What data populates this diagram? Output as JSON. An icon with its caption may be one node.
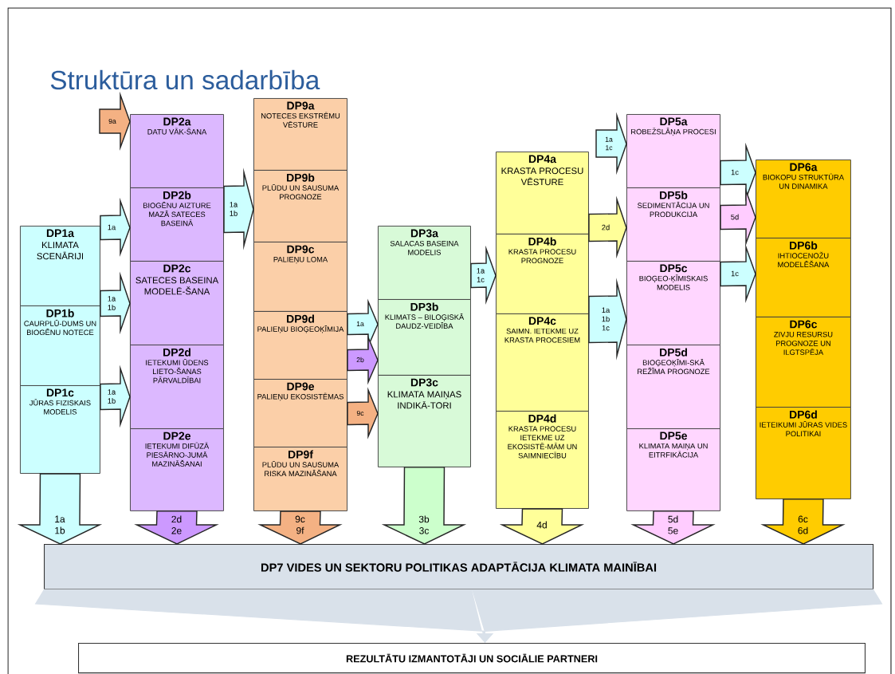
{
  "diagram": {
    "title": "Struktūra un sadarbība",
    "nodes": [
      {
        "text": [
          "DP1a",
          "KLIMATA SCENĀRIJI"
        ]
      },
      {
        "text": [
          "DP1b",
          "CAURPLŪ-DUMS UN BIOGĒNU NOTECE"
        ]
      },
      {
        "text": [
          "DP1c",
          "JŪRAS FIZISKAIS MODELIS"
        ]
      },
      {
        "text": [
          "DP2a",
          "DATU VĀK-ŠANA"
        ]
      },
      {
        "text": [
          "DP2b",
          "BIOGĒNU AIZTURE MAZĀ SATECES BASEINĀ"
        ]
      },
      {
        "text": [
          "DP2c",
          "SATECES BASEINA MODELĒ-ŠANA"
        ]
      },
      {
        "text": [
          "DP2d",
          "IETEKUMI ŪDENS LIETO-ŠANAS PĀRVALDĪBAI"
        ]
      },
      {
        "text": [
          "DP2e",
          "IETEKUMI DIFŪZĀ PIESĀRNO-JUMĀ MAZINĀŠANAI"
        ]
      },
      {
        "text": [
          "DP9a",
          "NOTECES EKSTRĒMU VĒSTURE"
        ]
      },
      {
        "text": [
          "DP9b",
          "PLŪDU UN SAUSUMA PROGNOZE"
        ]
      },
      {
        "text": [
          "DP9c",
          "PALIEŅU LOMA"
        ]
      },
      {
        "text": [
          "DP9d",
          "PALIEŅU BIOĢEOĶĪMIJA"
        ]
      },
      {
        "text": [
          "DP9e",
          "PALIEŅU EKOSISTĒMAS"
        ]
      },
      {
        "text": [
          "DP9f",
          "PLŪDU UN SAUSUMA RISKA MAZINĀŠANA"
        ]
      },
      {
        "text": [
          "DP3a",
          "SALACAS BASEINA MODELIS"
        ]
      },
      {
        "text": [
          "DP3b",
          "KLIMATS – BILOĢISKĀ DAUDZ-VEIDĪBA"
        ]
      },
      {
        "text": [
          "DP3c",
          "KLIMATA MAIŅAS INDIKĀ-TORI"
        ]
      },
      {
        "text": [
          "DP4a",
          "KRASTA PROCESU VĒSTURE"
        ]
      },
      {
        "text": [
          "DP4b",
          "KRASTA PROCESU PROGNOZE"
        ]
      },
      {
        "text": [
          "DP4c",
          "SAIMN. IETEKME UZ KRASTA PROCESIEM"
        ]
      },
      {
        "text": [
          "DP4d",
          "KRASTA PROCESU IETEKME UZ EKOSISTĒ-MĀM UN SAIMNIECĪBU"
        ]
      },
      {
        "text": [
          "DP5a",
          "ROBEŽSLĀŅA PROCESI"
        ]
      },
      {
        "text": [
          "DP5b",
          "SEDIMENTĀCIJA UN PRODUKCIJA"
        ]
      },
      {
        "text": [
          "DP5c",
          "BIOĢEO-ĶĪMISKAIS MODELIS"
        ]
      },
      {
        "text": [
          "DP5d",
          "BIOĢEOĶĪMI-SKĀ REŽĪMA PROGNOZE"
        ]
      },
      {
        "text": [
          "DP5e",
          "KLIMATA MAIŅA UN EITRFIKĀCIJA"
        ]
      },
      {
        "text": [
          "DP6a",
          "BIOKOPU STRUKTŪRA UN DINAMIKA"
        ]
      },
      {
        "text": [
          "DP6b",
          "IHTIOCENOŽU MODELĒŠANA"
        ]
      },
      {
        "text": [
          "DP6c",
          "ZIVJU RESURSU PROGNOZE UN ILGTSPĒJA"
        ]
      },
      {
        "text": [
          "DP6d",
          "IETEIKUMI JŪRAS VIDES POLITIKAI"
        ]
      },
      {
        "text": [
          "DP7 VIDES UN SEKTORU POLITIKAS ADAPTĀCIJA KLIMATA MAINĪBAI"
        ]
      },
      {
        "text": [
          "REZULTĀTU IZMANTOTĀJI UN SOCIĀLIE PARTNERI"
        ]
      }
    ],
    "edges": [
      {
        "from": null,
        "to": 3,
        "arrow": "to",
        "label": "9a",
        "color": "#f4b183"
      },
      {
        "from": 0,
        "to": 4,
        "arrow": "to",
        "label": "1a"
      },
      {
        "from": 1,
        "to": 5,
        "arrow": "to",
        "label": "1a 1b"
      },
      {
        "from": 2,
        "to": 6,
        "arrow": "to",
        "label": "1a 1b"
      },
      {
        "from": 4,
        "to": 9,
        "arrow": "to",
        "label": "1a 1b"
      },
      {
        "from": 11,
        "to": 15,
        "arrow": "to",
        "label": "1a"
      },
      {
        "from": 11,
        "to": 15,
        "arrow": "to",
        "label": "2b",
        "color": "#cc99ff"
      },
      {
        "from": 12,
        "to": 16,
        "arrow": "to",
        "label": "9c",
        "color": "#f4b183"
      },
      {
        "from": 14,
        "to": 18,
        "arrow": "to",
        "label": "1a 1c"
      },
      {
        "from": null,
        "to": 21,
        "arrow": "to",
        "label": "1a 1c"
      },
      {
        "from": 17,
        "to": 22,
        "arrow": "to",
        "label": "2d",
        "color": "#ffff99"
      },
      {
        "from": 19,
        "to": 23,
        "arrow": "to",
        "label": "1a 1b 1c"
      },
      {
        "from": 21,
        "to": 26,
        "arrow": "to",
        "label": "1c"
      },
      {
        "from": 22,
        "to": 26,
        "arrow": "to",
        "label": "5d",
        "color": "#ffccff"
      },
      {
        "from": 23,
        "to": 27,
        "arrow": "to",
        "label": "1c"
      },
      {
        "from": 2,
        "to": 30,
        "arrow": "to",
        "label": "1a 1b"
      },
      {
        "from": 7,
        "to": 30,
        "arrow": "to",
        "label": "2d 2e",
        "color": "#cc99ff"
      },
      {
        "from": 13,
        "to": 30,
        "arrow": "to",
        "label": "9c 9f",
        "color": "#f4b183"
      },
      {
        "from": 16,
        "to": 30,
        "arrow": "to",
        "label": "3b 3c",
        "color": "#ccffcc"
      },
      {
        "from": 20,
        "to": 30,
        "arrow": "to",
        "label": "4d",
        "color": "#ffff99"
      },
      {
        "from": 25,
        "to": 30,
        "arrow": "to",
        "label": "5d 5e",
        "color": "#ffccff"
      },
      {
        "from": 29,
        "to": 30,
        "arrow": "to",
        "label": "6c 6d",
        "color": "#ffcc00"
      },
      {
        "from": 30,
        "to": 31,
        "arrow": "to",
        "color": "#d9e1ea"
      }
    ]
  }
}
